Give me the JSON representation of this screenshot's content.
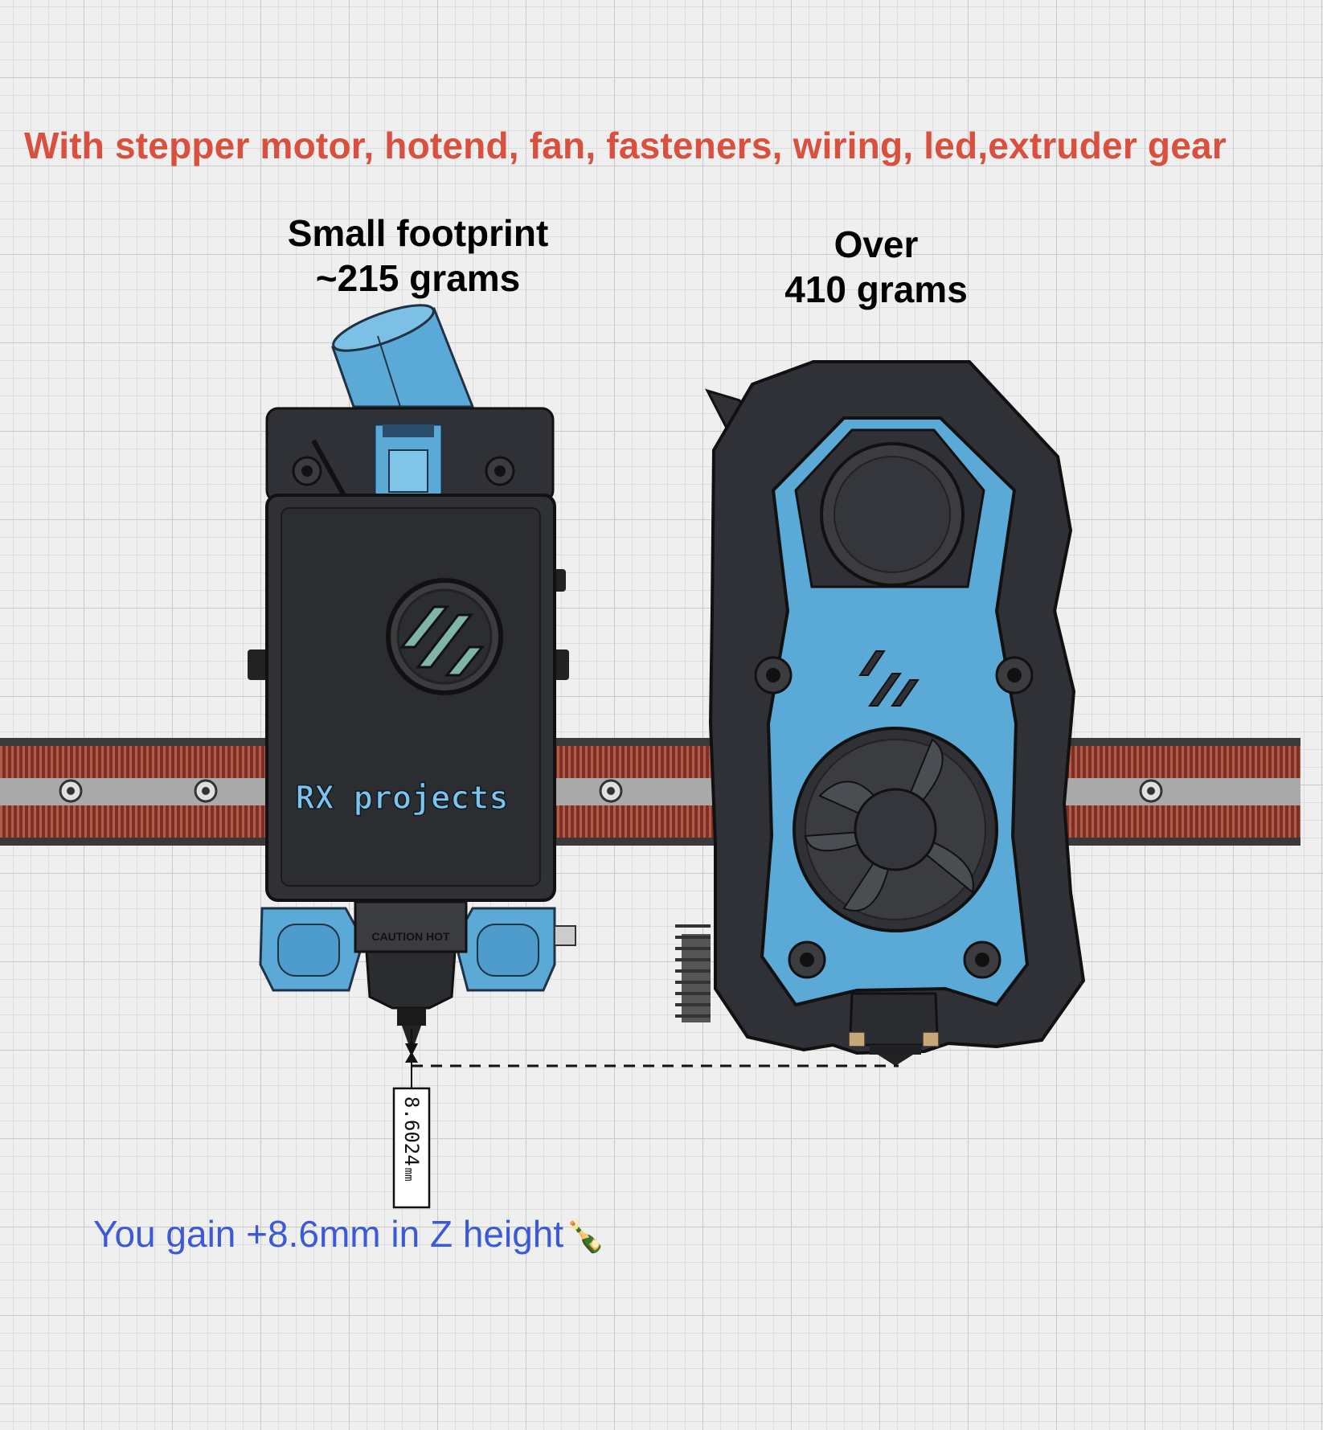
{
  "headline": "With stepper motor, hotend, fan, fasteners, wiring, led,extruder gear",
  "left_toolhead": {
    "title": "Small footprint",
    "weight": "~215 grams",
    "brand": "RX projects",
    "warning": "CAUTION HOT"
  },
  "right_toolhead": {
    "title": "Over",
    "weight": "410 grams"
  },
  "dimension": {
    "value": "8.6024",
    "unit": "mm"
  },
  "footer": {
    "text": "You gain +8.6mm in Z height",
    "emoji": "🍾"
  },
  "colors": {
    "headline": "#d9503f",
    "footer": "#3b5bd6",
    "accent_blue": "#5aa9d6",
    "body_dark": "#2f3136",
    "rail_red": "#8a3a2e",
    "brand_text": "#7ec3ea"
  }
}
